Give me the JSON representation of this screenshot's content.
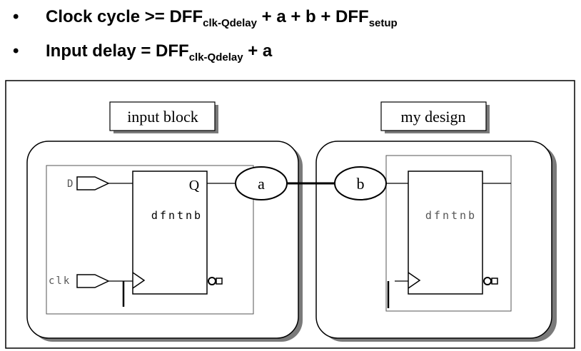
{
  "bullets": [
    {
      "marker": "•",
      "parts": [
        {
          "text": "Clock cycle >= DFF"
        },
        {
          "sub": "clk-Qdelay"
        },
        {
          "text": " + a + b + DFF"
        },
        {
          "sub": "setup"
        }
      ]
    },
    {
      "marker": "•",
      "parts": [
        {
          "text": "Input delay = DFF"
        },
        {
          "sub": "clk-Qdelay"
        },
        {
          "text": " + a"
        }
      ]
    }
  ],
  "diagram": {
    "input_block_title": "input block",
    "my_design_title": "my design",
    "left_ff": {
      "port_d": "D",
      "port_clk": "clk",
      "output_q": "Q",
      "cell_name": "dfntnb"
    },
    "right_ff": {
      "cell_name": "dfntnb"
    },
    "delay_a": "a",
    "delay_b": "b"
  }
}
